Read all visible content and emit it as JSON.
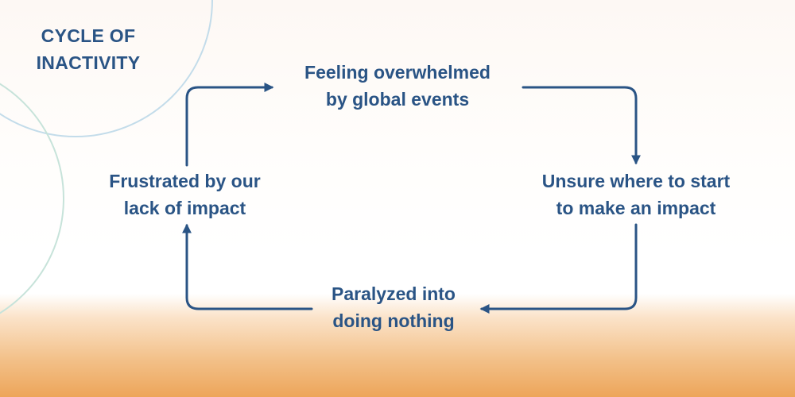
{
  "colors": {
    "primary": "#2a5485",
    "circle_blue": "#c3dcea",
    "circle_green": "#c7e3da",
    "gradient_bottom": "#eda55a"
  },
  "title": {
    "line1": "CYCLE OF",
    "line2": "INACTIVITY"
  },
  "nodes": [
    {
      "id": "overwhelmed",
      "line1": "Feeling overwhelmed",
      "line2": "by global events"
    },
    {
      "id": "unsure",
      "line1": "Unsure where to start",
      "line2": "to make an impact"
    },
    {
      "id": "paralyzed",
      "line1": "Paralyzed into",
      "line2": "doing nothing"
    },
    {
      "id": "frustrated",
      "line1": "Frustrated by our",
      "line2": "lack of impact"
    }
  ],
  "edges": [
    {
      "from": "overwhelmed",
      "to": "unsure",
      "direction": "clockwise"
    },
    {
      "from": "unsure",
      "to": "paralyzed",
      "direction": "clockwise"
    },
    {
      "from": "paralyzed",
      "to": "frustrated",
      "direction": "clockwise"
    },
    {
      "from": "frustrated",
      "to": "overwhelmed",
      "direction": "clockwise"
    }
  ]
}
